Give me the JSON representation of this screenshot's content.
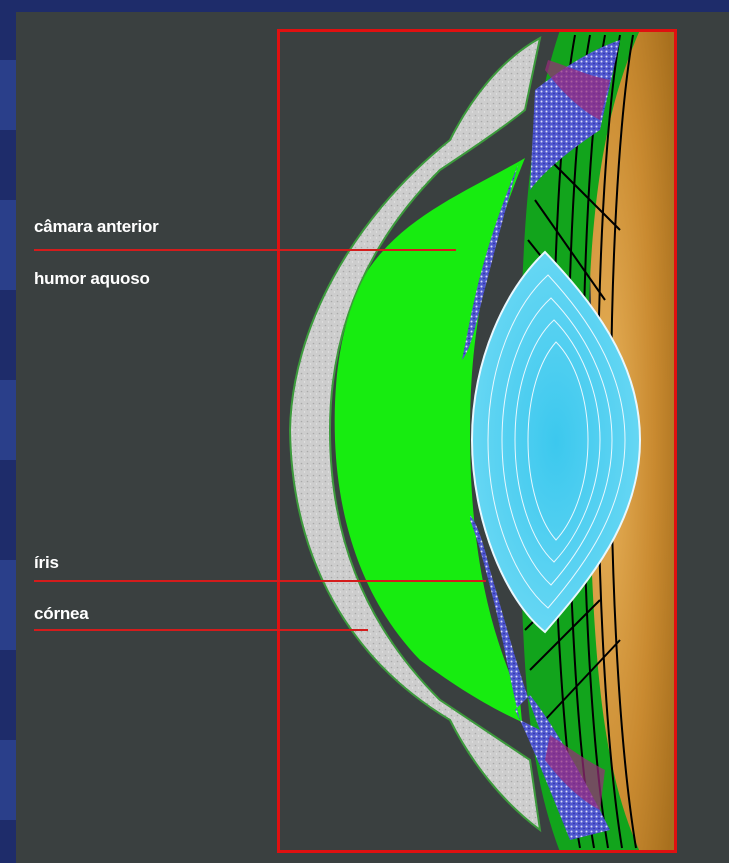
{
  "labels": {
    "camara_anterior": "câmara  anterior",
    "humor_aquoso": "humor aquoso",
    "iris": "íris",
    "cornea": "córnea"
  },
  "colors": {
    "background_blue": "#1e2c6a",
    "panel": "#3a4040",
    "frame": "#e01010",
    "leader_lines": "#d41c1c",
    "cornea": "#cfcfcf",
    "anterior_chamber": "#18ee10",
    "iris": "#5a62d8",
    "lens": "#4fd2f0",
    "zonules": "#0f9a1a",
    "sclera_outer": "#c88a2e"
  }
}
